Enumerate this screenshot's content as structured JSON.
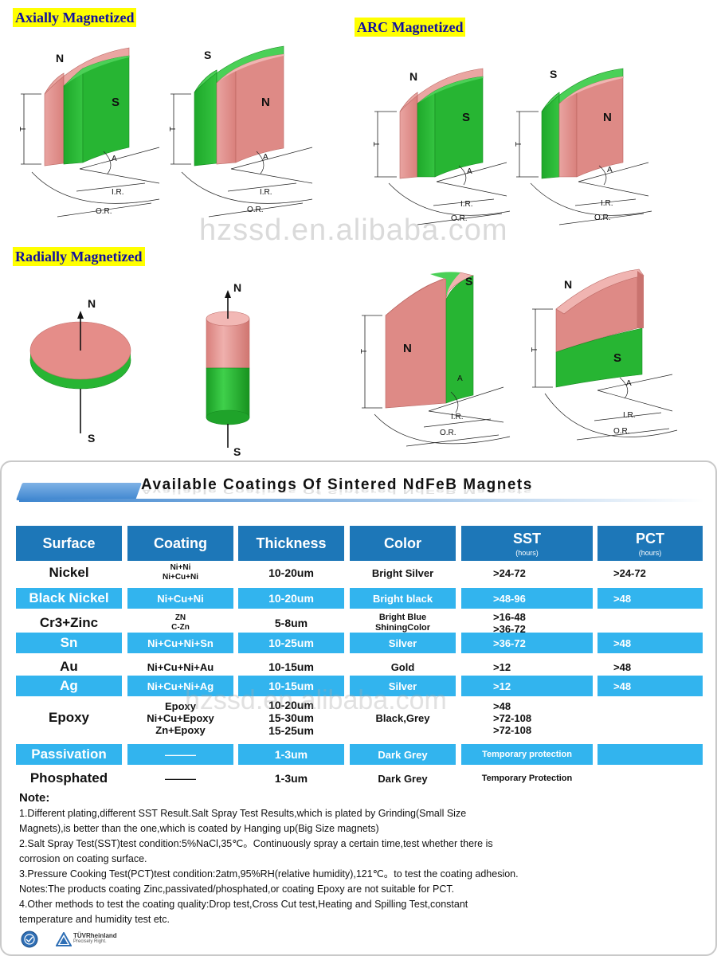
{
  "labels": {
    "axially": "Axially Magnetized",
    "arc": "ARC Magnetized",
    "radially": "Radially Magnetized"
  },
  "watermark": "hzssd.en.alibaba.com",
  "pole_labels": {
    "north": "N",
    "south": "S"
  },
  "dimension_labels": {
    "thickness": "T",
    "angle": "A",
    "inner_radius": "I.R.",
    "outer_radius": "O.R."
  },
  "colors": {
    "red_pole": "#e08f8c",
    "green_pole": "#27b533",
    "header_blue": "#1d77b8",
    "row_highlight": "#32b4ee",
    "label_yellow": "#ffff00",
    "label_text": "#1010a0"
  },
  "coatings": {
    "title": "Available Coatings Of Sintered NdFeB Magnets",
    "headers": [
      {
        "label": "Surface",
        "sub": ""
      },
      {
        "label": "Coating",
        "sub": ""
      },
      {
        "label": "Thickness",
        "sub": ""
      },
      {
        "label": "Color",
        "sub": ""
      },
      {
        "label": "SST",
        "sub": "(hours)"
      },
      {
        "label": "PCT",
        "sub": "(hours)"
      }
    ],
    "rows": [
      {
        "surface": "Nickel",
        "coating": [
          "Ni+Ni",
          "Ni+Cu+Ni"
        ],
        "thickness": [
          "10-20um"
        ],
        "color": [
          "Bright Silver"
        ],
        "sst": [
          ">24-72"
        ],
        "pct": ">24-72",
        "highlight": false
      },
      {
        "surface": "Black Nickel",
        "coating": [
          "Ni+Cu+Ni"
        ],
        "thickness": [
          "10-20um"
        ],
        "color": [
          "Bright black"
        ],
        "sst": [
          ">48-96"
        ],
        "pct": ">48",
        "highlight": true
      },
      {
        "surface": "Cr3+Zinc",
        "coating": [
          "ZN",
          "C-Zn"
        ],
        "thickness": [
          "5-8um"
        ],
        "color": [
          "Bright Blue",
          "ShiningColor"
        ],
        "sst": [
          ">16-48",
          ">36-72"
        ],
        "pct": "",
        "highlight": false
      },
      {
        "surface": "Sn",
        "coating": [
          "Ni+Cu+Ni+Sn"
        ],
        "thickness": [
          "10-25um"
        ],
        "color": [
          "Silver"
        ],
        "sst": [
          ">36-72"
        ],
        "pct": ">48",
        "highlight": true
      },
      {
        "surface": "Au",
        "coating": [
          "Ni+Cu+Ni+Au"
        ],
        "thickness": [
          "10-15um"
        ],
        "color": [
          "Gold"
        ],
        "sst": [
          ">12"
        ],
        "pct": ">48",
        "highlight": false
      },
      {
        "surface": "Ag",
        "coating": [
          "Ni+Cu+Ni+Ag"
        ],
        "thickness": [
          "10-15um"
        ],
        "color": [
          "Silver"
        ],
        "sst": [
          ">12"
        ],
        "pct": ">48",
        "highlight": true
      },
      {
        "surface": "Epoxy",
        "coating": [
          "Epoxy",
          "Ni+Cu+Epoxy",
          "Zn+Epoxy"
        ],
        "thickness": [
          "10-20um",
          "15-30um",
          "15-25um"
        ],
        "color": [
          "Black,Grey"
        ],
        "sst": [
          ">48",
          ">72-108",
          ">72-108"
        ],
        "pct": "",
        "highlight": false
      },
      {
        "surface": "Passivation",
        "coating": [
          "———"
        ],
        "thickness": [
          "1-3um"
        ],
        "color": [
          "Dark Grey"
        ],
        "sst": [
          "Temporary protection"
        ],
        "pct": "",
        "highlight": true
      },
      {
        "surface": "Phosphated",
        "coating": [
          "———"
        ],
        "thickness": [
          "1-3um"
        ],
        "color": [
          "Dark Grey"
        ],
        "sst": [
          "Temporary Protection"
        ],
        "pct": "",
        "highlight": false
      }
    ]
  },
  "notes": {
    "title": "Note:",
    "lines": [
      "1.Different plating,different SST Result.Salt Spray Test Results,which is plated by Grinding(Small Size",
      "Magnets),is better than the one,which is coated by Hanging up(Big Size magnets)",
      "2.Salt Spray Test(SST)test condition:5%NaCl,35℃。Continuously spray a certain time,test whether there is",
      "corrosion on coating surface.",
      "3.Pressure Cooking Test(PCT)test condition:2atm,95%RH(relative humidity),121℃。to test the coating adhesion.",
      " Notes:The products coating Zinc,passivated/phosphated,or coating Epoxy are not suitable for PCT.",
      "4.Other methods to test the coating quality:Drop test,Cross Cut test,Heating and Spilling Test,constant",
      "temperature and humidity test etc."
    ]
  },
  "logos": {
    "tuv_name": "TÜVRheinland",
    "tuv_tagline": "Precisely Right."
  }
}
